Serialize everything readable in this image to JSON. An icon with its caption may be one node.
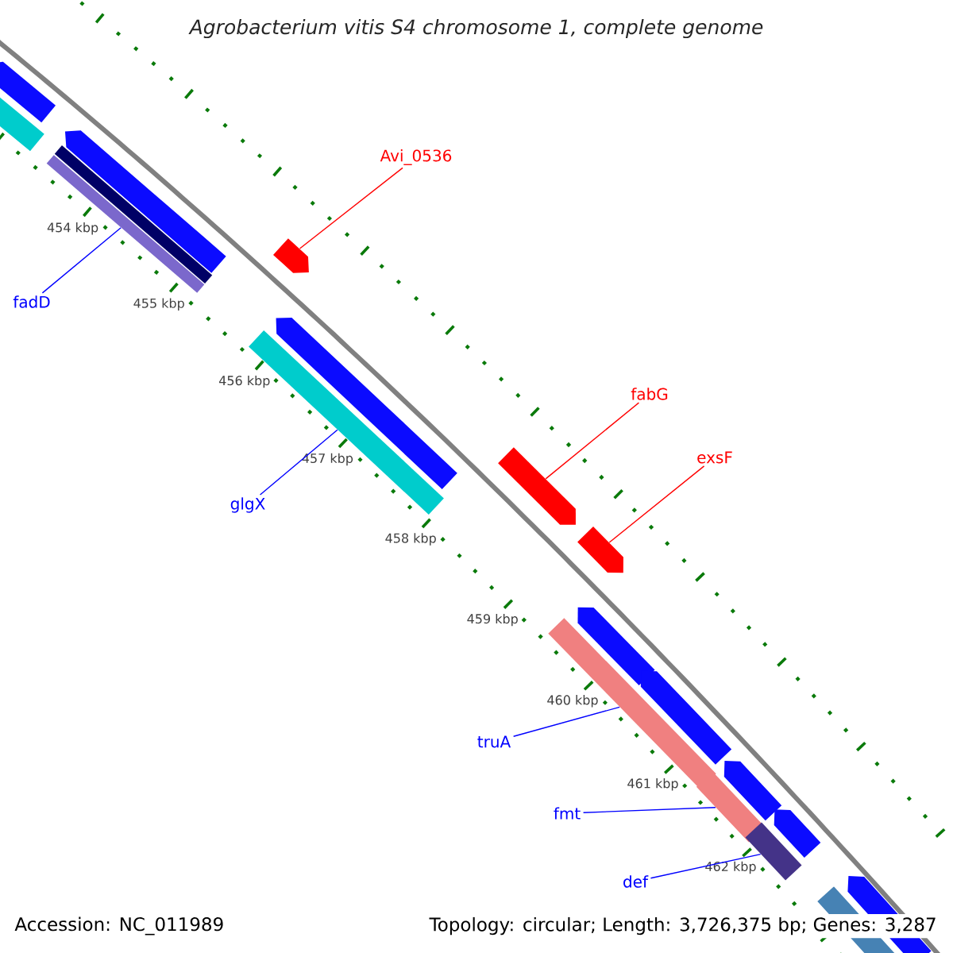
{
  "diagram": {
    "title": "Agrobacterium vitis S4 chromosome 1, complete genome",
    "nodes": [
      {
        "text": [
          "Avi_0536"
        ]
      },
      {
        "text": [
          "fadD"
        ]
      },
      {
        "text": [
          "fabG"
        ]
      },
      {
        "text": [
          "exsF"
        ]
      },
      {
        "text": [
          "glgX"
        ]
      },
      {
        "text": [
          "truA"
        ]
      },
      {
        "text": [
          "fmt"
        ]
      },
      {
        "text": [
          "def"
        ]
      },
      {
        "text": [],
        "shape": "pentagon"
      },
      {
        "text": [],
        "shape": "bar"
      },
      {
        "text": [],
        "shape": "pentagon"
      },
      {
        "text": [],
        "shape": "bar"
      },
      {
        "text": [],
        "shape": "bar"
      },
      {
        "text": [],
        "shape": "pentagon"
      },
      {
        "text": [],
        "shape": "pentagon"
      },
      {
        "text": [],
        "shape": "bar"
      },
      {
        "text": [],
        "shape": "pentagon"
      },
      {
        "text": [],
        "shape": "pentagon"
      },
      {
        "text": [],
        "shape": "pentagon"
      },
      {
        "text": [],
        "shape": "bar"
      },
      {
        "text": [],
        "shape": "pentagon"
      },
      {
        "text": [],
        "shape": "pentagon"
      },
      {
        "text": [],
        "shape": "bar"
      },
      {
        "text": [],
        "shape": "pentagon"
      },
      {
        "text": [],
        "shape": "bar"
      },
      {
        "text": [],
        "shape": "bar"
      },
      {
        "text": [],
        "shape": "pentagon"
      }
    ],
    "edges": [
      {
        "from": 0,
        "to": 13,
        "arrow": "none",
        "color": "#ff0000"
      },
      {
        "from": 1,
        "to": 12,
        "arrow": "none",
        "color": "#0000ff"
      },
      {
        "from": 2,
        "to": 16,
        "arrow": "none",
        "color": "#ff0000"
      },
      {
        "from": 3,
        "to": 17,
        "arrow": "none",
        "color": "#ff0000"
      },
      {
        "from": 4,
        "to": 15,
        "arrow": "none",
        "color": "#0000ff"
      },
      {
        "from": 5,
        "to": 19,
        "arrow": "none",
        "color": "#0000ff"
      },
      {
        "from": 6,
        "to": 22,
        "arrow": "none",
        "color": "#0000ff"
      },
      {
        "from": 7,
        "to": 24,
        "arrow": "none",
        "color": "#0000ff"
      }
    ],
    "labels": [
      "454 kbp",
      "455 kbp",
      "456 kbp",
      "457 kbp",
      "458 kbp",
      "459 kbp",
      "460 kbp",
      "461 kbp",
      "462 kbp",
      "Accession: NC_011989",
      "Topology: circular; Length: 3,726,375 bp; Genes: 3,287"
    ]
  }
}
